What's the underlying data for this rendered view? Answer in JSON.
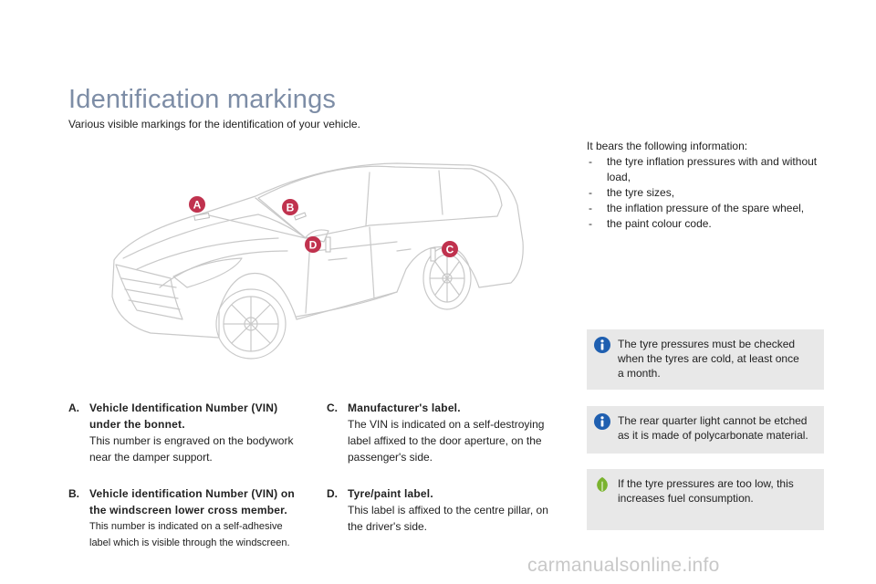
{
  "header": {
    "title": "Identification markings",
    "subtitle": "Various visible markings for the identification of your vehicle."
  },
  "car_labels": [
    "A",
    "B",
    "D",
    "C"
  ],
  "items": {
    "a": {
      "letter": "A.",
      "heading_1": "Vehicle Identification Number (VIN)",
      "heading_2": "under the bonnet.",
      "body_1": "This number is engraved on the bodywork",
      "body_2": "near the damper support."
    },
    "b": {
      "letter": "B.",
      "heading_1": "Vehicle identification Number (VIN) on",
      "heading_2": "the windscreen lower cross member.",
      "body_1": "This number is indicated on a self-adhesive",
      "body_2": "label which is visible through the windscreen."
    },
    "c": {
      "letter": "C.",
      "heading_1": "Manufacturer's label.",
      "body_1": "The VIN is indicated on a self-destroying",
      "body_2": "label affixed to the door aperture, on the",
      "body_3": "passenger's side."
    },
    "d": {
      "letter": "D.",
      "heading_1": "Tyre/paint label.",
      "body_1": "This label is affixed to the centre pillar, on",
      "body_2": "the driver's side."
    }
  },
  "info": {
    "intro": "It bears the following information:",
    "bullet_1a": "the tyre inflation pressures with and without",
    "bullet_1b": "load,",
    "bullet_2": "the tyre sizes,",
    "bullet_3": "the inflation pressure of the spare wheel,",
    "bullet_4": "the paint colour code.",
    "dash": "-"
  },
  "notes": {
    "note_1a": "The tyre pressures must be checked",
    "note_1b": "when the tyres are cold, at least once",
    "note_1c": "a month.",
    "note_2a": "The rear quarter light cannot be etched",
    "note_2b": "as it is made of polycarbonate material.",
    "note_3a": "If the tyre pressures are too low, this",
    "note_3b": "increases fuel consumption."
  },
  "footer": {
    "watermark": "carmanualsonline.info"
  },
  "colors": {
    "title": "#7d8da6",
    "badge": "#c0324e",
    "info_icon": "#1f5fb0",
    "eco_icon": "#7ab32e",
    "note_bg": "#e8e8e8"
  },
  "icons": {
    "note_1": "info-icon",
    "note_2": "info-icon",
    "note_3": "eco-leaf-icon"
  }
}
